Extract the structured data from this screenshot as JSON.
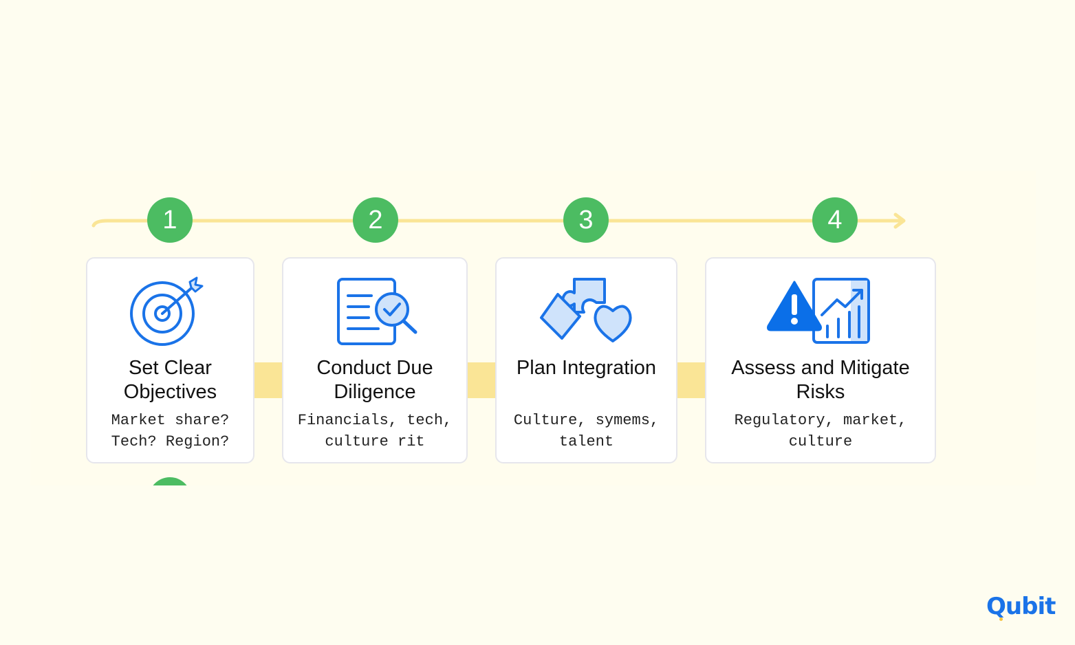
{
  "colors": {
    "background": "#fefdf0",
    "step_green": "#4cbc62",
    "timeline_yellow": "#fae596",
    "icon_blue": "#1a73e8"
  },
  "steps": [
    {
      "number": "1",
      "title": "Set Clear Objectives",
      "description": "Market share? Tech? Region?",
      "icon": "target-arrow-icon"
    },
    {
      "number": "2",
      "title": "Conduct Due Diligence",
      "description": "Financials, tech, culture rit",
      "icon": "document-magnifier-icon"
    },
    {
      "number": "3",
      "title": "Plan Integration",
      "description": "Culture, symems, talent",
      "icon": "puzzle-heart-icon"
    },
    {
      "number": "4",
      "title": "Assess and Mitigate Risks",
      "description": "Regulatory, market, culture",
      "icon": "warning-chart-icon"
    }
  ],
  "brand": {
    "name": "Qubit"
  }
}
